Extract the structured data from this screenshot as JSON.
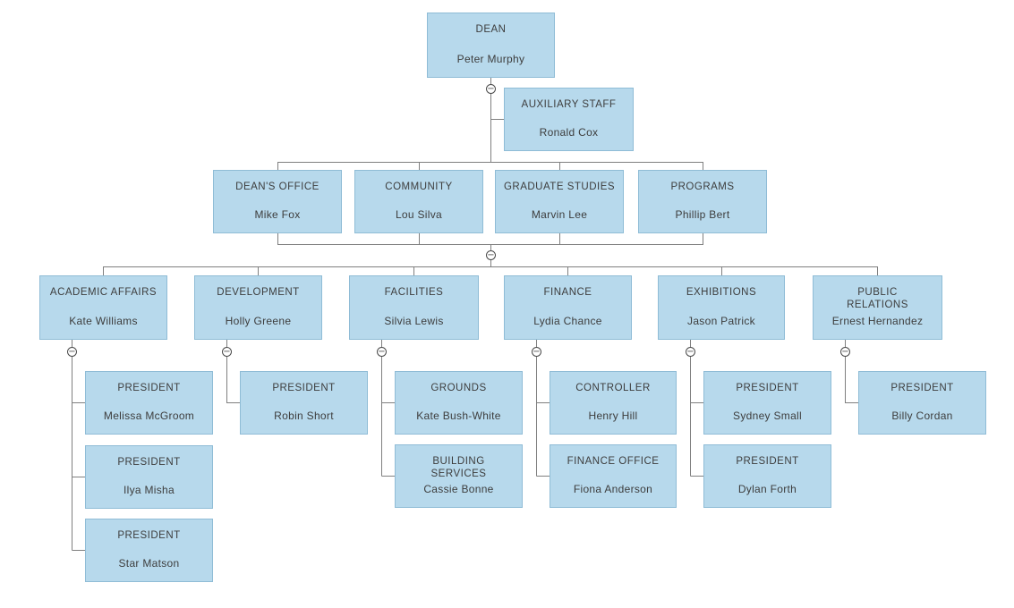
{
  "diagram_type": "organizational-chart",
  "colors": {
    "node_fill": "#b7d9ec",
    "node_border": "#8fbcd6",
    "connector_line": "#7f7f7f",
    "text": "#3d3d3d",
    "background": "#ffffff",
    "toggle_border": "#4a4a4a"
  },
  "ui": {
    "collapse_glyph": "−"
  },
  "nodes": {
    "dean": {
      "title": "DEAN",
      "name": "Peter Murphy"
    },
    "auxiliary_staff": {
      "title": "AUXILIARY STAFF",
      "name": "Ronald Cox"
    },
    "deans_office": {
      "title": "DEAN'S OFFICE",
      "name": "Mike Fox"
    },
    "community": {
      "title": "COMMUNITY",
      "name": "Lou Silva"
    },
    "graduate_studies": {
      "title": "GRADUATE STUDIES",
      "name": "Marvin Lee"
    },
    "programs": {
      "title": "PROGRAMS",
      "name": "Phillip Bert"
    },
    "academic_affairs": {
      "title": "ACADEMIC AFFAIRS",
      "name": "Kate Williams"
    },
    "development": {
      "title": "DEVELOPMENT",
      "name": "Holly Greene"
    },
    "facilities": {
      "title": "FACILITIES",
      "name": "Silvia Lewis"
    },
    "finance": {
      "title": "FINANCE",
      "name": "Lydia Chance"
    },
    "exhibitions": {
      "title": "EXHIBITIONS",
      "name": "Jason Patrick"
    },
    "public_relations": {
      "title": "PUBLIC RELATIONS",
      "name": "Ernest Hernandez"
    },
    "president_melissa_mcgroom": {
      "title": "PRESIDENT",
      "name": "Melissa McGroom"
    },
    "president_ilya_misha": {
      "title": "PRESIDENT",
      "name": "Ilya Misha"
    },
    "president_star_matson": {
      "title": "PRESIDENT",
      "name": "Star Matson"
    },
    "president_robin_short": {
      "title": "PRESIDENT",
      "name": "Robin Short"
    },
    "grounds": {
      "title": "GROUNDS",
      "name": "Kate Bush-White"
    },
    "building_services": {
      "title": "BUILDING SERVICES",
      "name": "Cassie Bonne"
    },
    "controller": {
      "title": "CONTROLLER",
      "name": "Henry Hill"
    },
    "finance_office": {
      "title": "FINANCE OFFICE",
      "name": "Fiona Anderson"
    },
    "president_sydney_small": {
      "title": "PRESIDENT",
      "name": "Sydney Small"
    },
    "president_dylan_forth": {
      "title": "PRESIDENT",
      "name": "Dylan Forth"
    },
    "president_billy_cordan": {
      "title": "PRESIDENT",
      "name": "Billy Cordan"
    }
  },
  "hierarchy": {
    "root": "dean",
    "staff_assistant_of_root": "auxiliary_staff",
    "level_2": [
      "deans_office",
      "community",
      "graduate_studies",
      "programs"
    ],
    "level_3": [
      "academic_affairs",
      "development",
      "facilities",
      "finance",
      "exhibitions",
      "public_relations"
    ],
    "children": {
      "academic_affairs": [
        "president_melissa_mcgroom",
        "president_ilya_misha",
        "president_star_matson"
      ],
      "development": [
        "president_robin_short"
      ],
      "facilities": [
        "grounds",
        "building_services"
      ],
      "finance": [
        "controller",
        "finance_office"
      ],
      "exhibitions": [
        "president_sydney_small",
        "president_dylan_forth"
      ],
      "public_relations": [
        "president_billy_cordan"
      ]
    }
  }
}
